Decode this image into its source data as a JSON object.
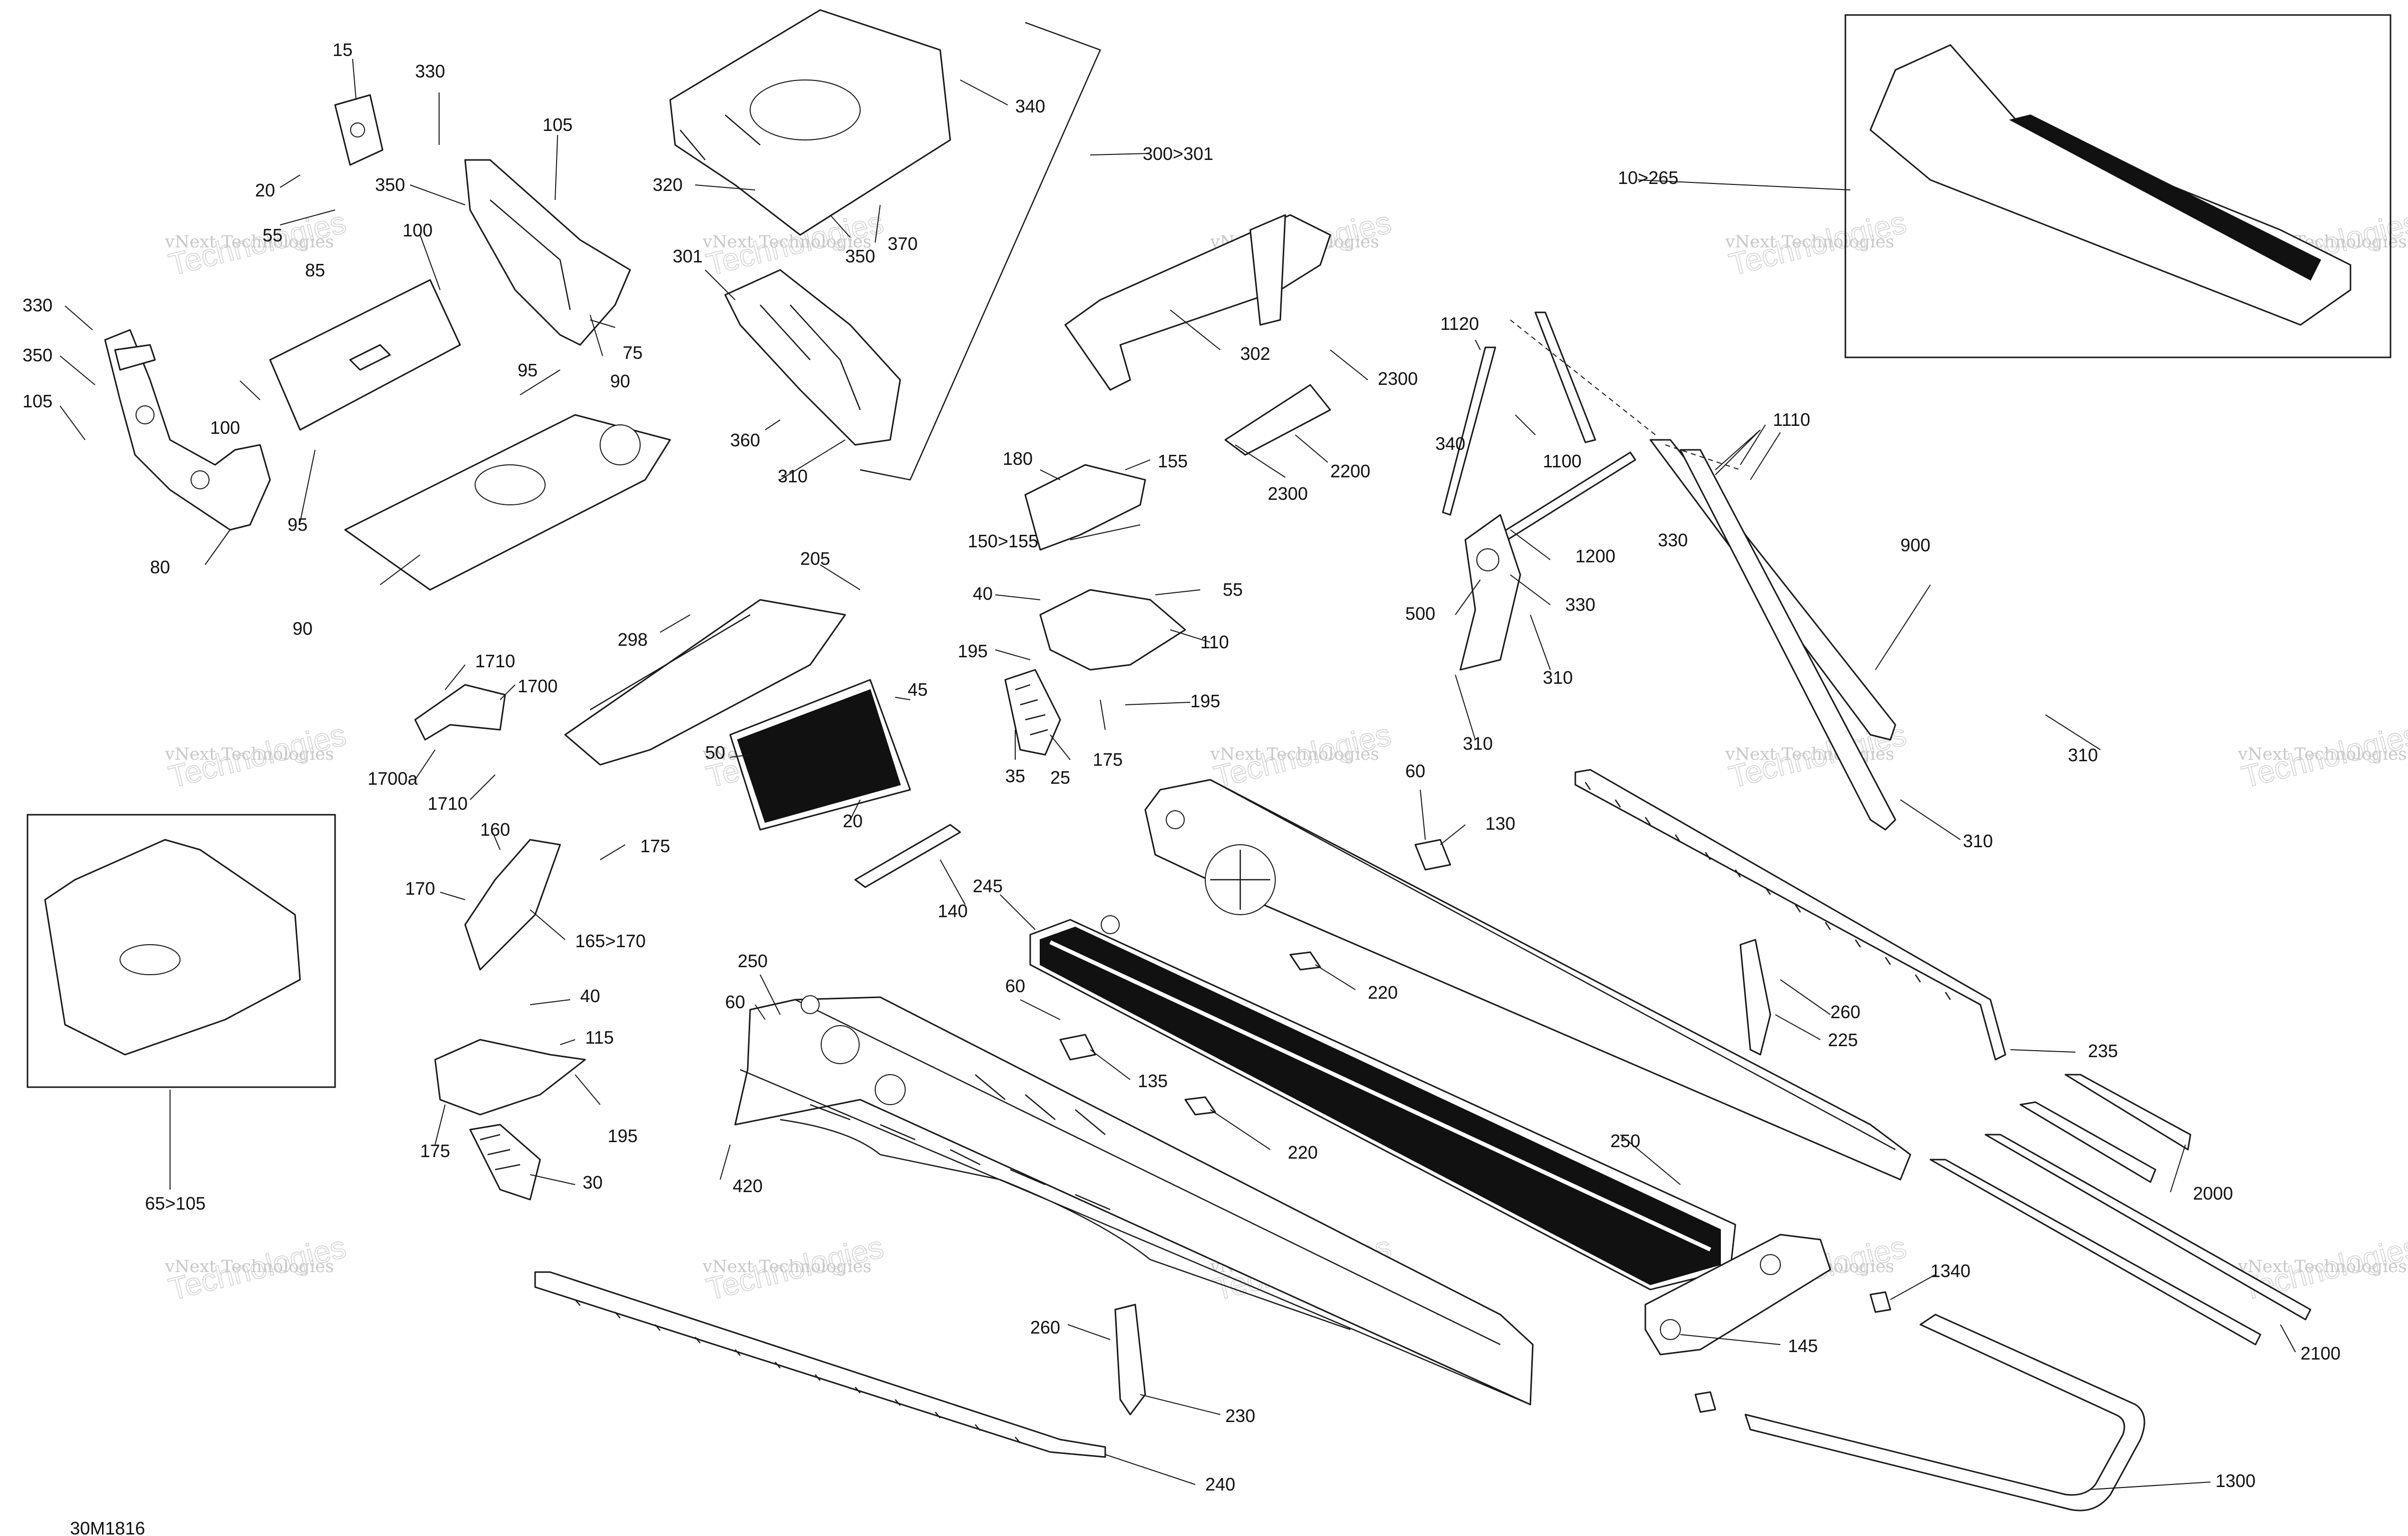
{
  "diagram": {
    "code": "30M1816",
    "watermark_line1": "vNext Technologies",
    "watermark_line2": "Technologies",
    "callouts": {
      "c15": "15",
      "c20a": "20",
      "c55a": "55",
      "c330a": "330",
      "c350a": "350",
      "c105a": "105",
      "c100a": "100",
      "c85": "85",
      "c330b": "330",
      "c350b": "350",
      "c105b": "105",
      "c100b": "100",
      "c95a": "95",
      "c95b": "95",
      "c90a": "90",
      "c75": "75",
      "c80": "80",
      "c90b": "90",
      "c340a": "340",
      "c300_301": "300>301",
      "c320": "320",
      "c350c": "350",
      "c370": "370",
      "c301": "301",
      "c360": "360",
      "c310a": "310",
      "c10_265": "10>265",
      "c302": "302",
      "c2300a": "2300",
      "c2200": "2200",
      "c2300b": "2300",
      "c1120": "1120",
      "c1100": "1100",
      "c340b": "340",
      "c1110": "1110",
      "c1200": "1200",
      "c330c": "330",
      "c500": "500",
      "c330d": "330",
      "c310b": "310",
      "c310c": "310",
      "c900": "900",
      "c310d": "310",
      "c310e": "310",
      "c180": "180",
      "c155": "155",
      "c150_155": "150>155",
      "c40a": "40",
      "c55b": "55",
      "c110": "110",
      "c195a": "195",
      "c195b": "195",
      "c35": "35",
      "c25": "25",
      "c175a": "175",
      "c205": "205",
      "c298": "298",
      "c45": "45",
      "c50": "50",
      "c20b": "20",
      "c1710a": "1710",
      "c1700": "1700",
      "c1700a": "1700a",
      "c1710b": "1710",
      "c160": "160",
      "c175b": "175",
      "c170": "170",
      "c165_170": "165>170",
      "c40b": "40",
      "c115": "115",
      "c175c": "175",
      "c195c": "195",
      "c30": "30",
      "c65_105": "65>105",
      "c140": "140",
      "c245": "245",
      "c60a": "60",
      "c130": "130",
      "c220a": "220",
      "c250a": "250",
      "c60b": "60",
      "c60c": "60",
      "c135": "135",
      "c220b": "220",
      "c420": "420",
      "c250b": "250",
      "c260a": "260",
      "c225": "225",
      "c235": "235",
      "c2000": "2000",
      "c1340": "1340",
      "c145": "145",
      "c2100": "2100",
      "c260b": "260",
      "c230": "230",
      "c240": "240",
      "c1300": "1300"
    }
  }
}
